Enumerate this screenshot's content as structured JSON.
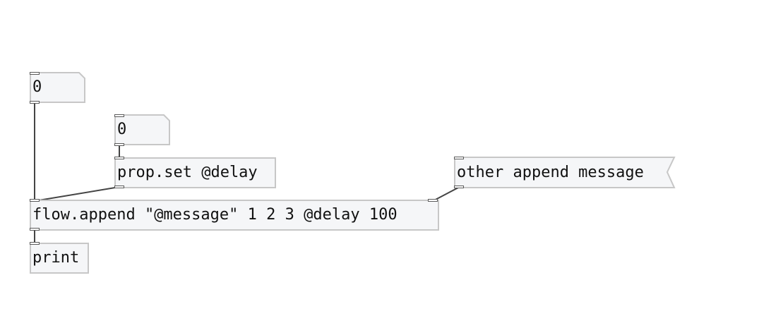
{
  "patch": {
    "number_box_1": {
      "value": "0"
    },
    "number_box_2": {
      "value": "0"
    },
    "prop_set_object": {
      "text": "prop.set @delay"
    },
    "message_box": {
      "text": "other append message"
    },
    "flow_append_object": {
      "text": "flow.append \"@message\" 1 2 3 @delay 100"
    },
    "print_object": {
      "text": "print"
    }
  },
  "colors": {
    "box_fill": "#f5f6f8",
    "box_border": "#c7c7c7",
    "wire": "#444444",
    "port_border": "#5a5a5a"
  }
}
